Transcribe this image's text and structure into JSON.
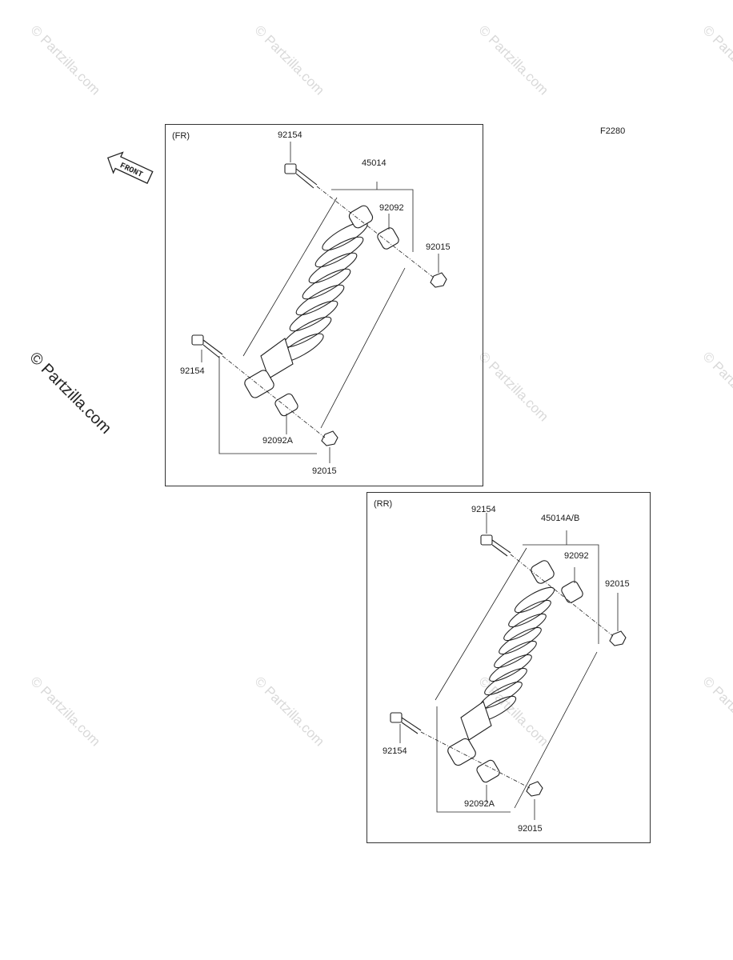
{
  "figure_code": "F2280",
  "front_arrow_label": "FRONT",
  "watermark": "© Partzilla.com",
  "panels": {
    "front": {
      "label": "(FR)",
      "callouts": {
        "top_bolt": "92154",
        "assembly": "45014",
        "top_bushing": "92092",
        "top_nut": "92015",
        "bottom_bolt": "92154",
        "bottom_bushing": "92092A",
        "bottom_nut": "92015"
      }
    },
    "rear": {
      "label": "(RR)",
      "callouts": {
        "top_bolt": "92154",
        "assembly": "45014A/B",
        "top_bushing": "92092",
        "top_nut": "92015",
        "bottom_bolt": "92154",
        "bottom_bushing": "92092A",
        "bottom_nut": "92015"
      }
    }
  }
}
